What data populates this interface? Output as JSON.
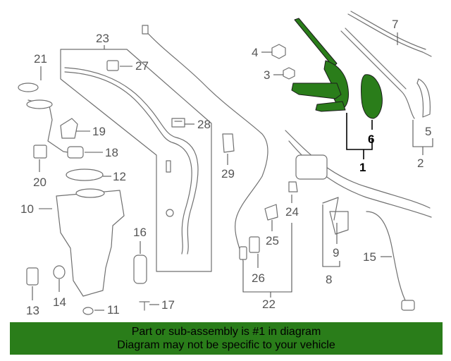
{
  "callouts": {
    "c1": "1",
    "c2": "2",
    "c3": "3",
    "c4": "4",
    "c5": "5",
    "c6": "6",
    "c7": "7",
    "c8": "8",
    "c9": "9",
    "c10": "10",
    "c11": "11",
    "c12": "12",
    "c13": "13",
    "c14": "14",
    "c15": "15",
    "c16": "16",
    "c17": "17",
    "c18": "18",
    "c19": "19",
    "c20": "20",
    "c21": "21",
    "c22": "22",
    "c23": "23",
    "c24": "24",
    "c25": "25",
    "c26": "26",
    "c27": "27",
    "c28": "28",
    "c29": "29"
  },
  "highlight_color": "#2a7d1a",
  "banner": {
    "line1": "Part or sub-assembly is #1 in diagram",
    "line2": "Diagram may not be specific to your vehicle"
  }
}
